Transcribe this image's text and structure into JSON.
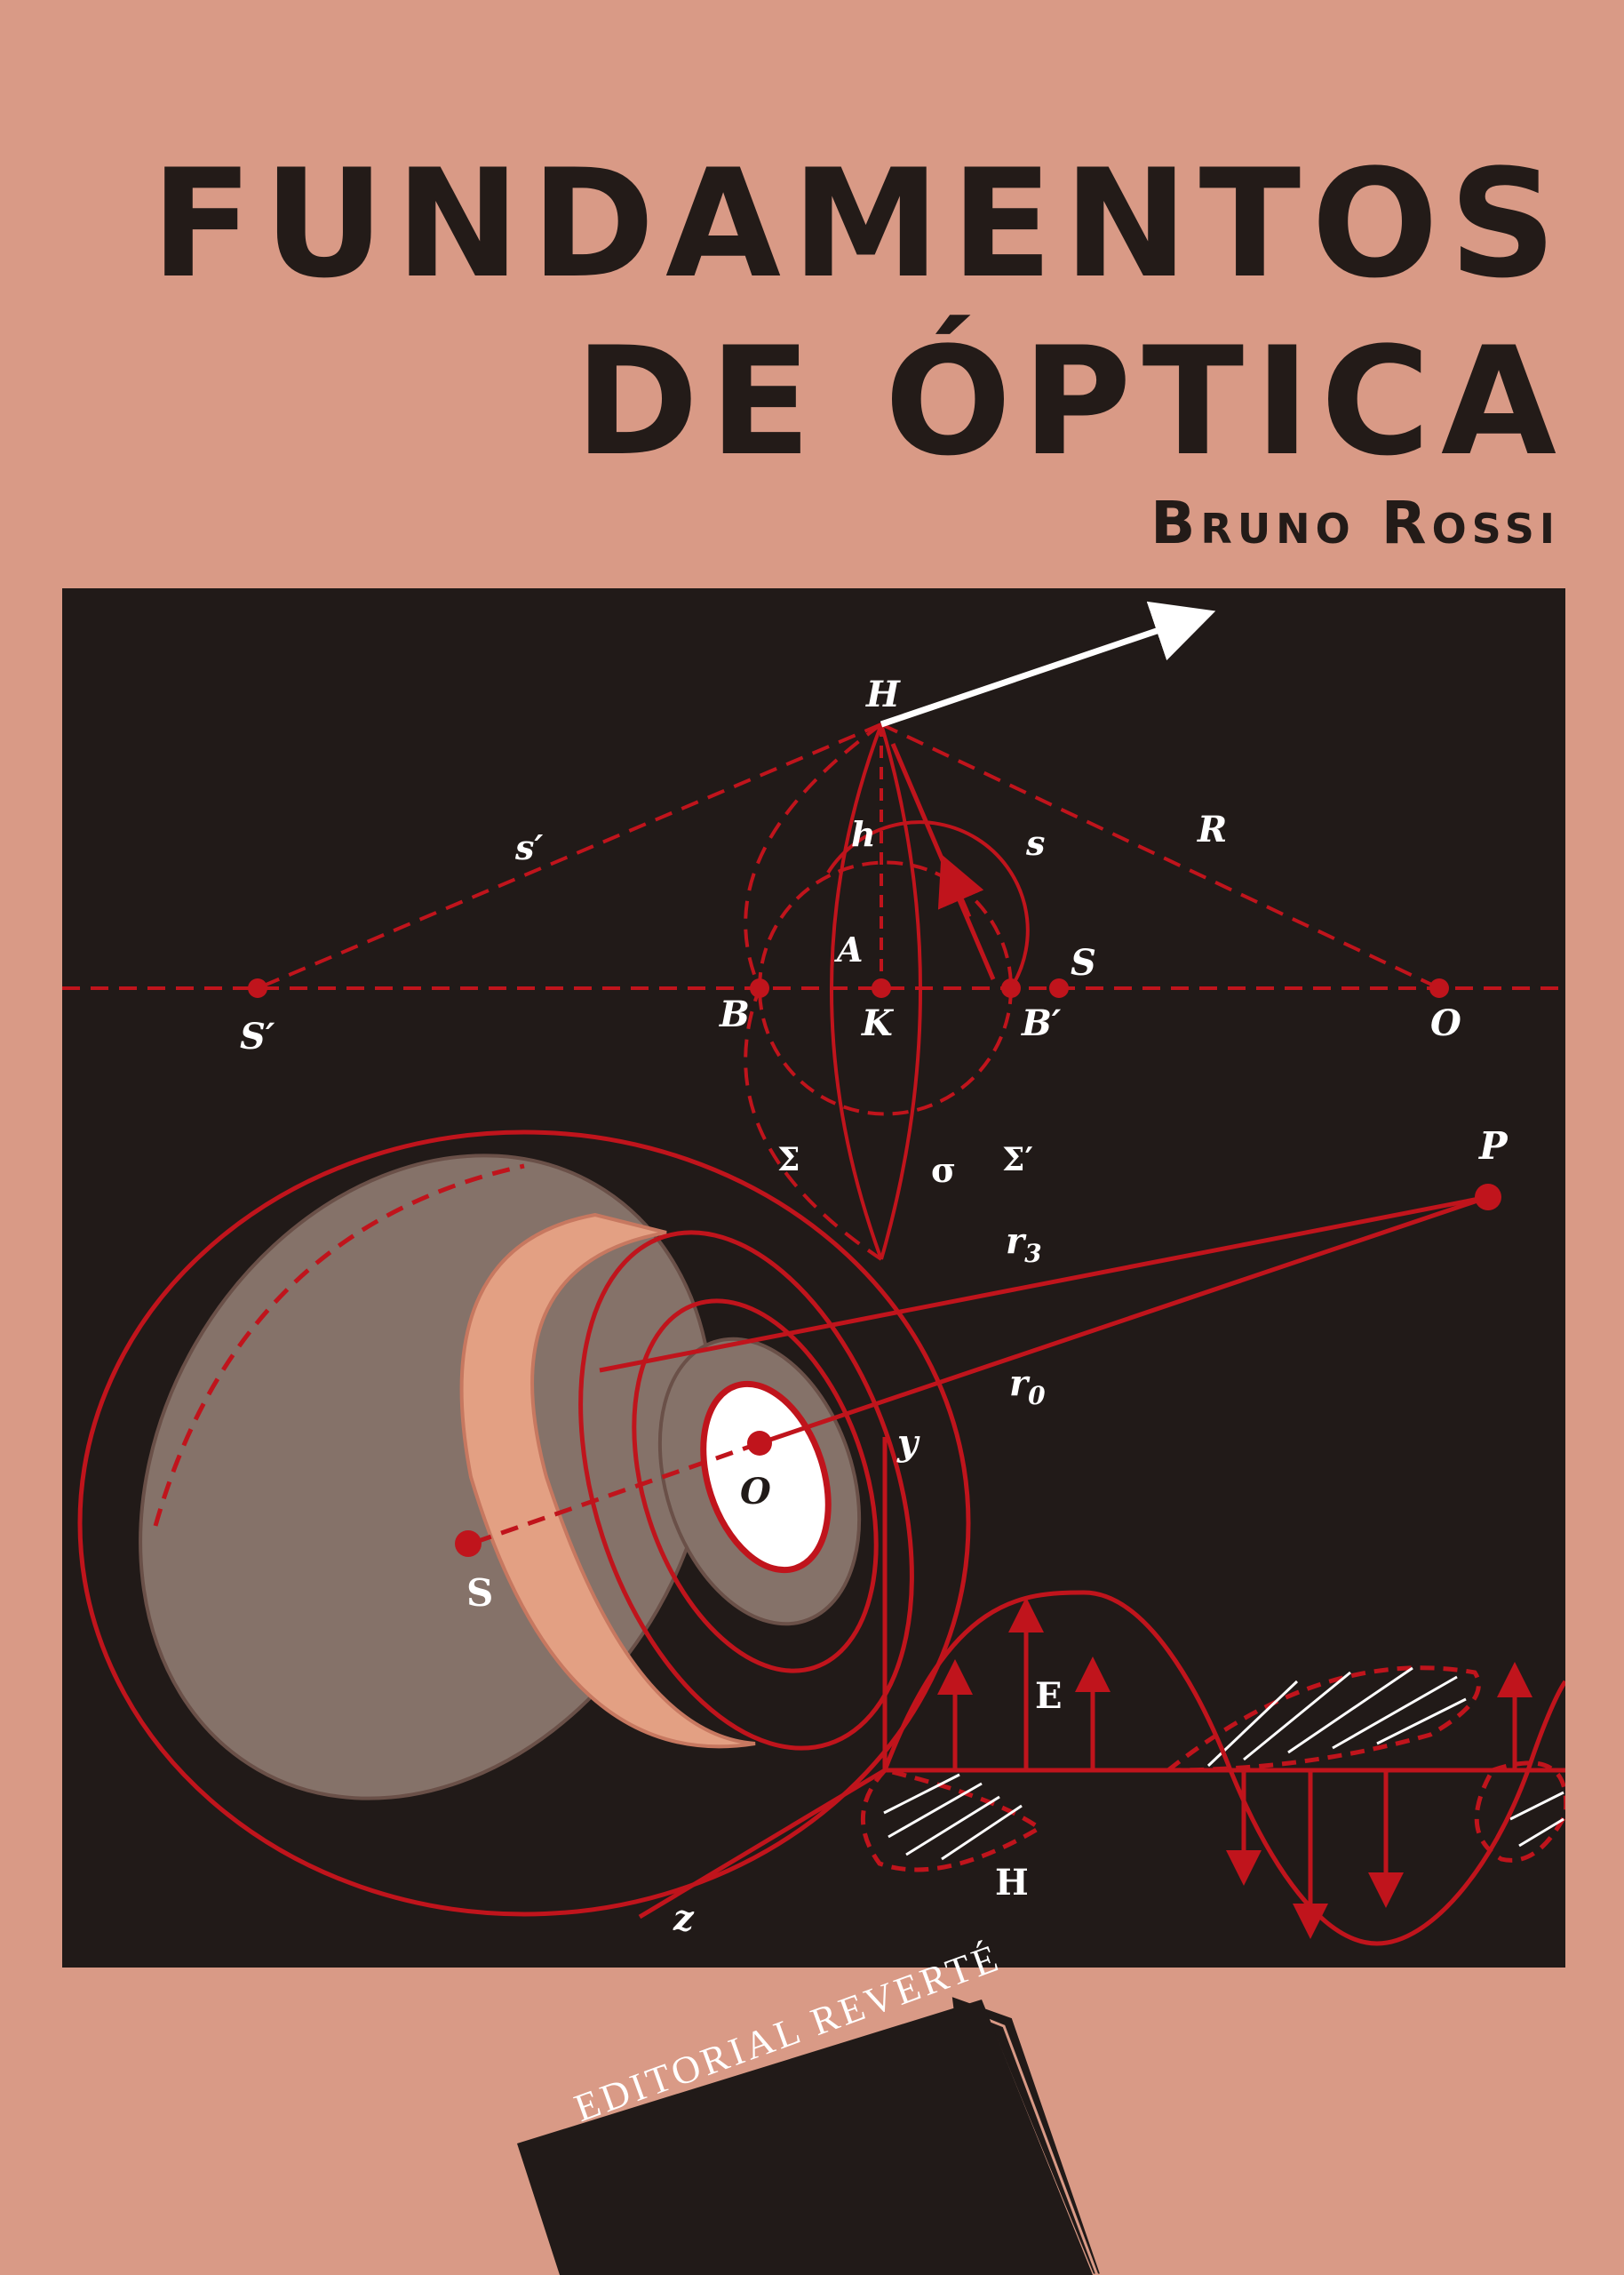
{
  "book": {
    "title_line_1": "FUNDAMENTOS",
    "title_line_2": "DE ÓPTICA",
    "author": "Bruno Rossi",
    "publisher": "EDITORIAL REVERTÉ"
  },
  "diagram_labels": {
    "H": "H",
    "h": "h",
    "s": "s",
    "R": "R",
    "s_prime": "s′",
    "A": "A",
    "S_top": "S",
    "S_prime": "S′",
    "B": "B",
    "K": "K",
    "B_prime": "B′",
    "O_top": "O",
    "Sigma": "Σ",
    "sigma": "σ",
    "Sigma_prime": "Σ′",
    "P": "P",
    "r3": "r",
    "r3_sub": "3",
    "r0": "r",
    "r0_sub": "0",
    "y": "y",
    "O_center": "O",
    "S_bottom": "S",
    "E": "E",
    "H_field": "H",
    "z": "z"
  },
  "colors": {
    "background": "#d99a86",
    "ink": "#231b18",
    "panel": "#211a18",
    "red": "#c0141c",
    "gray": "#857269",
    "band": "#e3a083"
  }
}
